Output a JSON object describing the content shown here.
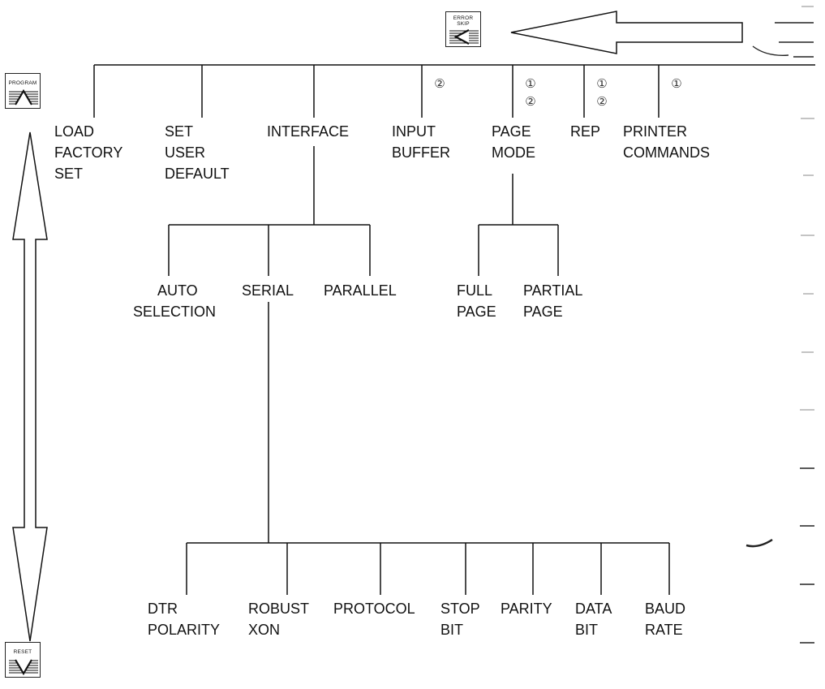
{
  "keys": {
    "error_skip": [
      "ERROR",
      "SKIP"
    ],
    "program": "PROGRAM",
    "reset": "RESET"
  },
  "menu": {
    "load_factory_set": [
      "LOAD",
      "FACTORY",
      "SET"
    ],
    "set_user_default": [
      "SET",
      "USER",
      "DEFAULT"
    ],
    "interface": "INTERFACE",
    "input_buffer": [
      "INPUT",
      "BUFFER"
    ],
    "page_mode": [
      "PAGE",
      "MODE"
    ],
    "rep": "REP",
    "printer_commands": [
      "PRINTER",
      "COMMANDS"
    ]
  },
  "notes": {
    "input_buffer": [
      "②"
    ],
    "page_mode": [
      "①",
      "②"
    ],
    "rep": [
      "①",
      "②"
    ],
    "printer_commands": [
      "①"
    ]
  },
  "interface_options": {
    "auto_selection": [
      "AUTO",
      "SELECTION"
    ],
    "serial": "SERIAL",
    "parallel": "PARALLEL"
  },
  "page_mode_options": {
    "full_page": [
      "FULL",
      "PAGE"
    ],
    "partial_page": [
      "PARTIAL",
      "PAGE"
    ]
  },
  "serial_options": {
    "dtr_polarity": [
      "DTR",
      "POLARITY"
    ],
    "robust_xon": [
      "ROBUST",
      "XON"
    ],
    "protocol": "PROTOCOL",
    "stop_bit": [
      "STOP",
      "BIT"
    ],
    "parity": "PARITY",
    "data_bit": [
      "DATA",
      "BIT"
    ],
    "baud_rate": [
      "BAUD",
      "RATE"
    ]
  }
}
